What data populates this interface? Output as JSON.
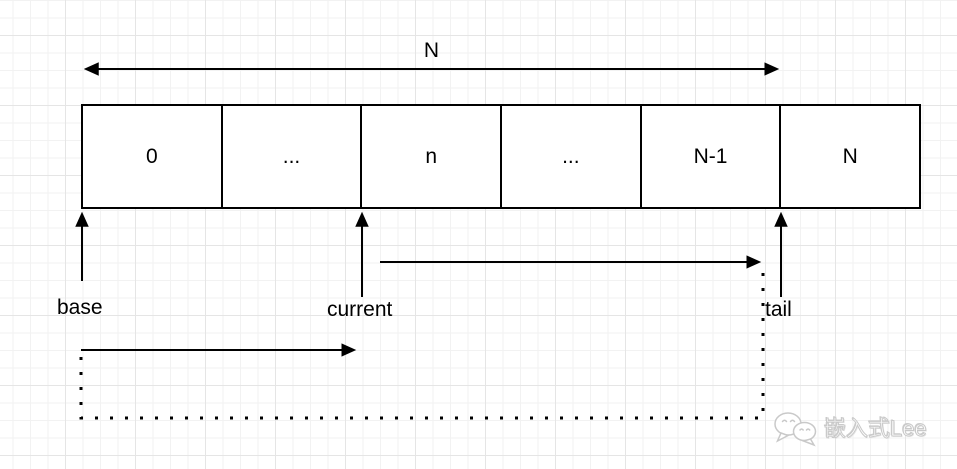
{
  "diagram": {
    "type": "ring-buffer-array",
    "span_label": "N",
    "cells": [
      "0",
      "...",
      "n",
      "...",
      "N-1",
      "N"
    ],
    "pointers": [
      {
        "id": "base",
        "label": "base"
      },
      {
        "id": "current",
        "label": "current"
      },
      {
        "id": "tail",
        "label": "tail"
      }
    ],
    "arrows": [
      "span-double-arrow",
      "base-pointer-arrow",
      "current-pointer-arrow",
      "tail-pointer-arrow",
      "base-to-current-arrow",
      "current-to-tail-arrow",
      "wrap-around-dotted-path"
    ],
    "colors": {
      "line": "#000000",
      "background": "#ffffff",
      "grid_minor": "#f2f2f2",
      "grid_major": "#e5e5e5",
      "watermark": "#c9c9c9"
    }
  },
  "watermark": {
    "text": "嵌入式Lee",
    "icon": "wechat-icon"
  }
}
